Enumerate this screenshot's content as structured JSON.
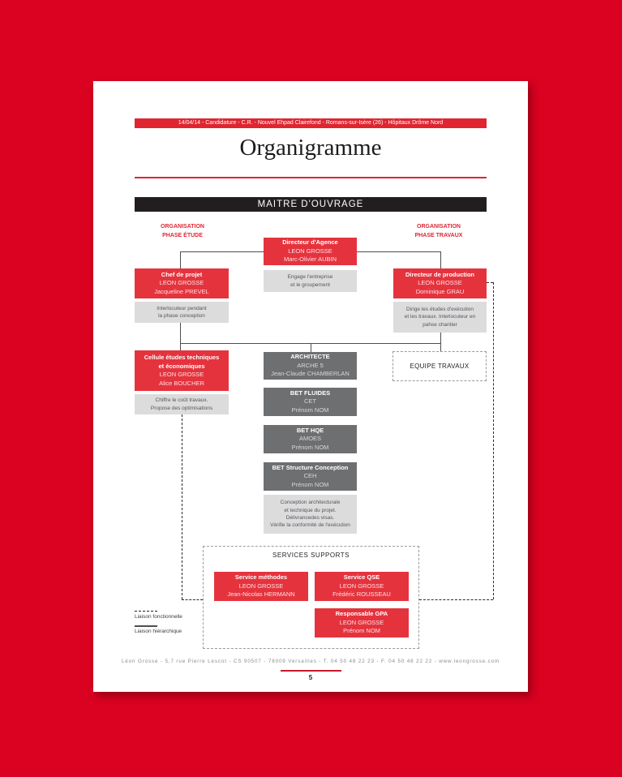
{
  "colors": {
    "background_red": "#da0220",
    "brand_red": "#e02530",
    "box_red": "#e5333e",
    "dark_gray": "#6e6f71",
    "light_gray": "#dcdcdd",
    "banner_black": "#221e1f"
  },
  "header": {
    "strip_text": "14/04/14 - Candidature - C.R. - Nouvel Ehpad Clairefond - Romans-sur-Isère (26) - Hôpitaux Drôme Nord",
    "title": "Organigramme",
    "banner": "MAITRE D'OUVRAGE"
  },
  "column_labels": {
    "etude_line1": "ORGANISATION",
    "etude_line2": "PHASE ÉTUDE",
    "travaux_line1": "ORGANISATION",
    "travaux_line2": "PHASE TRAVAUX"
  },
  "boxes": {
    "dir_agence": {
      "title": "Directeur d'Agence",
      "l1": "LEON GROSSE",
      "l2": "Marc-Olivier AUBIN",
      "d1": "Engage l'entreprise",
      "d2": "et le groupement"
    },
    "chef_projet": {
      "title": "Chef de projet",
      "l1": "LEON GROSSE",
      "l2": "Jacqueline PREVEL",
      "d1": "Interlocuteur pendant",
      "d2": "la phase conception"
    },
    "dir_production": {
      "title": "Directeur de production",
      "l1": "LEON GROSSE",
      "l2": "Dominique GRAU",
      "d1": "Dirige les études d'exécution",
      "d2": "et les travaux. Interlocuteur en",
      "d3": "pahse chantier"
    },
    "cellule": {
      "t1": "Cellule études techniques",
      "t2": "et économiques",
      "l1": "LEON GROSSE",
      "l2": "Alice BOUCHER",
      "d1": "Chiffre le coût travaux.",
      "d2": "Propose des optimisations"
    },
    "architecte": {
      "title": "ARCHITECTE",
      "l1": "ARCHE 5",
      "l2": "Jean-Claude CHAMBERLAN"
    },
    "equipe_travaux": {
      "title": "EQUIPE TRAVAUX"
    },
    "bet_fluides": {
      "title": "BET FLUIDES",
      "l1": "CET",
      "l2": "Prénom NOM"
    },
    "bet_hqe": {
      "title": "BET HQE",
      "l1": "AMOES",
      "l2": "Prénom NOM"
    },
    "bet_structure": {
      "title": "BET Structure Conception",
      "l1": "CEH",
      "l2": "Prénom NOM"
    },
    "conception_note": {
      "d1": "Conception architecturale",
      "d2": "et technique du projet.",
      "d3": "Délivrancedes visas.",
      "d4": "Vérifie la conformité de l'exécution"
    },
    "services_supports": {
      "title": "SERVICES SUPPORTS"
    },
    "service_methodes": {
      "title": "Service méthodes",
      "l1": "LEON GROSSE",
      "l2": "Jean-Nicolas HERMANN"
    },
    "service_qse": {
      "title": "Service QSE",
      "l1": "LEON GROSSE",
      "l2": "Frédéric ROUSSEAU"
    },
    "responsable_gpa": {
      "title": "Responsable GPA",
      "l1": "LEON GROSSE",
      "l2": "Prénom NOM"
    }
  },
  "legend": {
    "functional": "Liaison fonctionnelle",
    "hierarchical": "Liaison hiérarchique"
  },
  "footer": {
    "address": "Léon Grosse - 5,7 rue Pierre Lescot - CS 90507 - 78009 Versailles - T. 04 50 48 22 23 - F. 04 50 48 22 22 - www.leongrosse.com",
    "page_number": "5"
  }
}
